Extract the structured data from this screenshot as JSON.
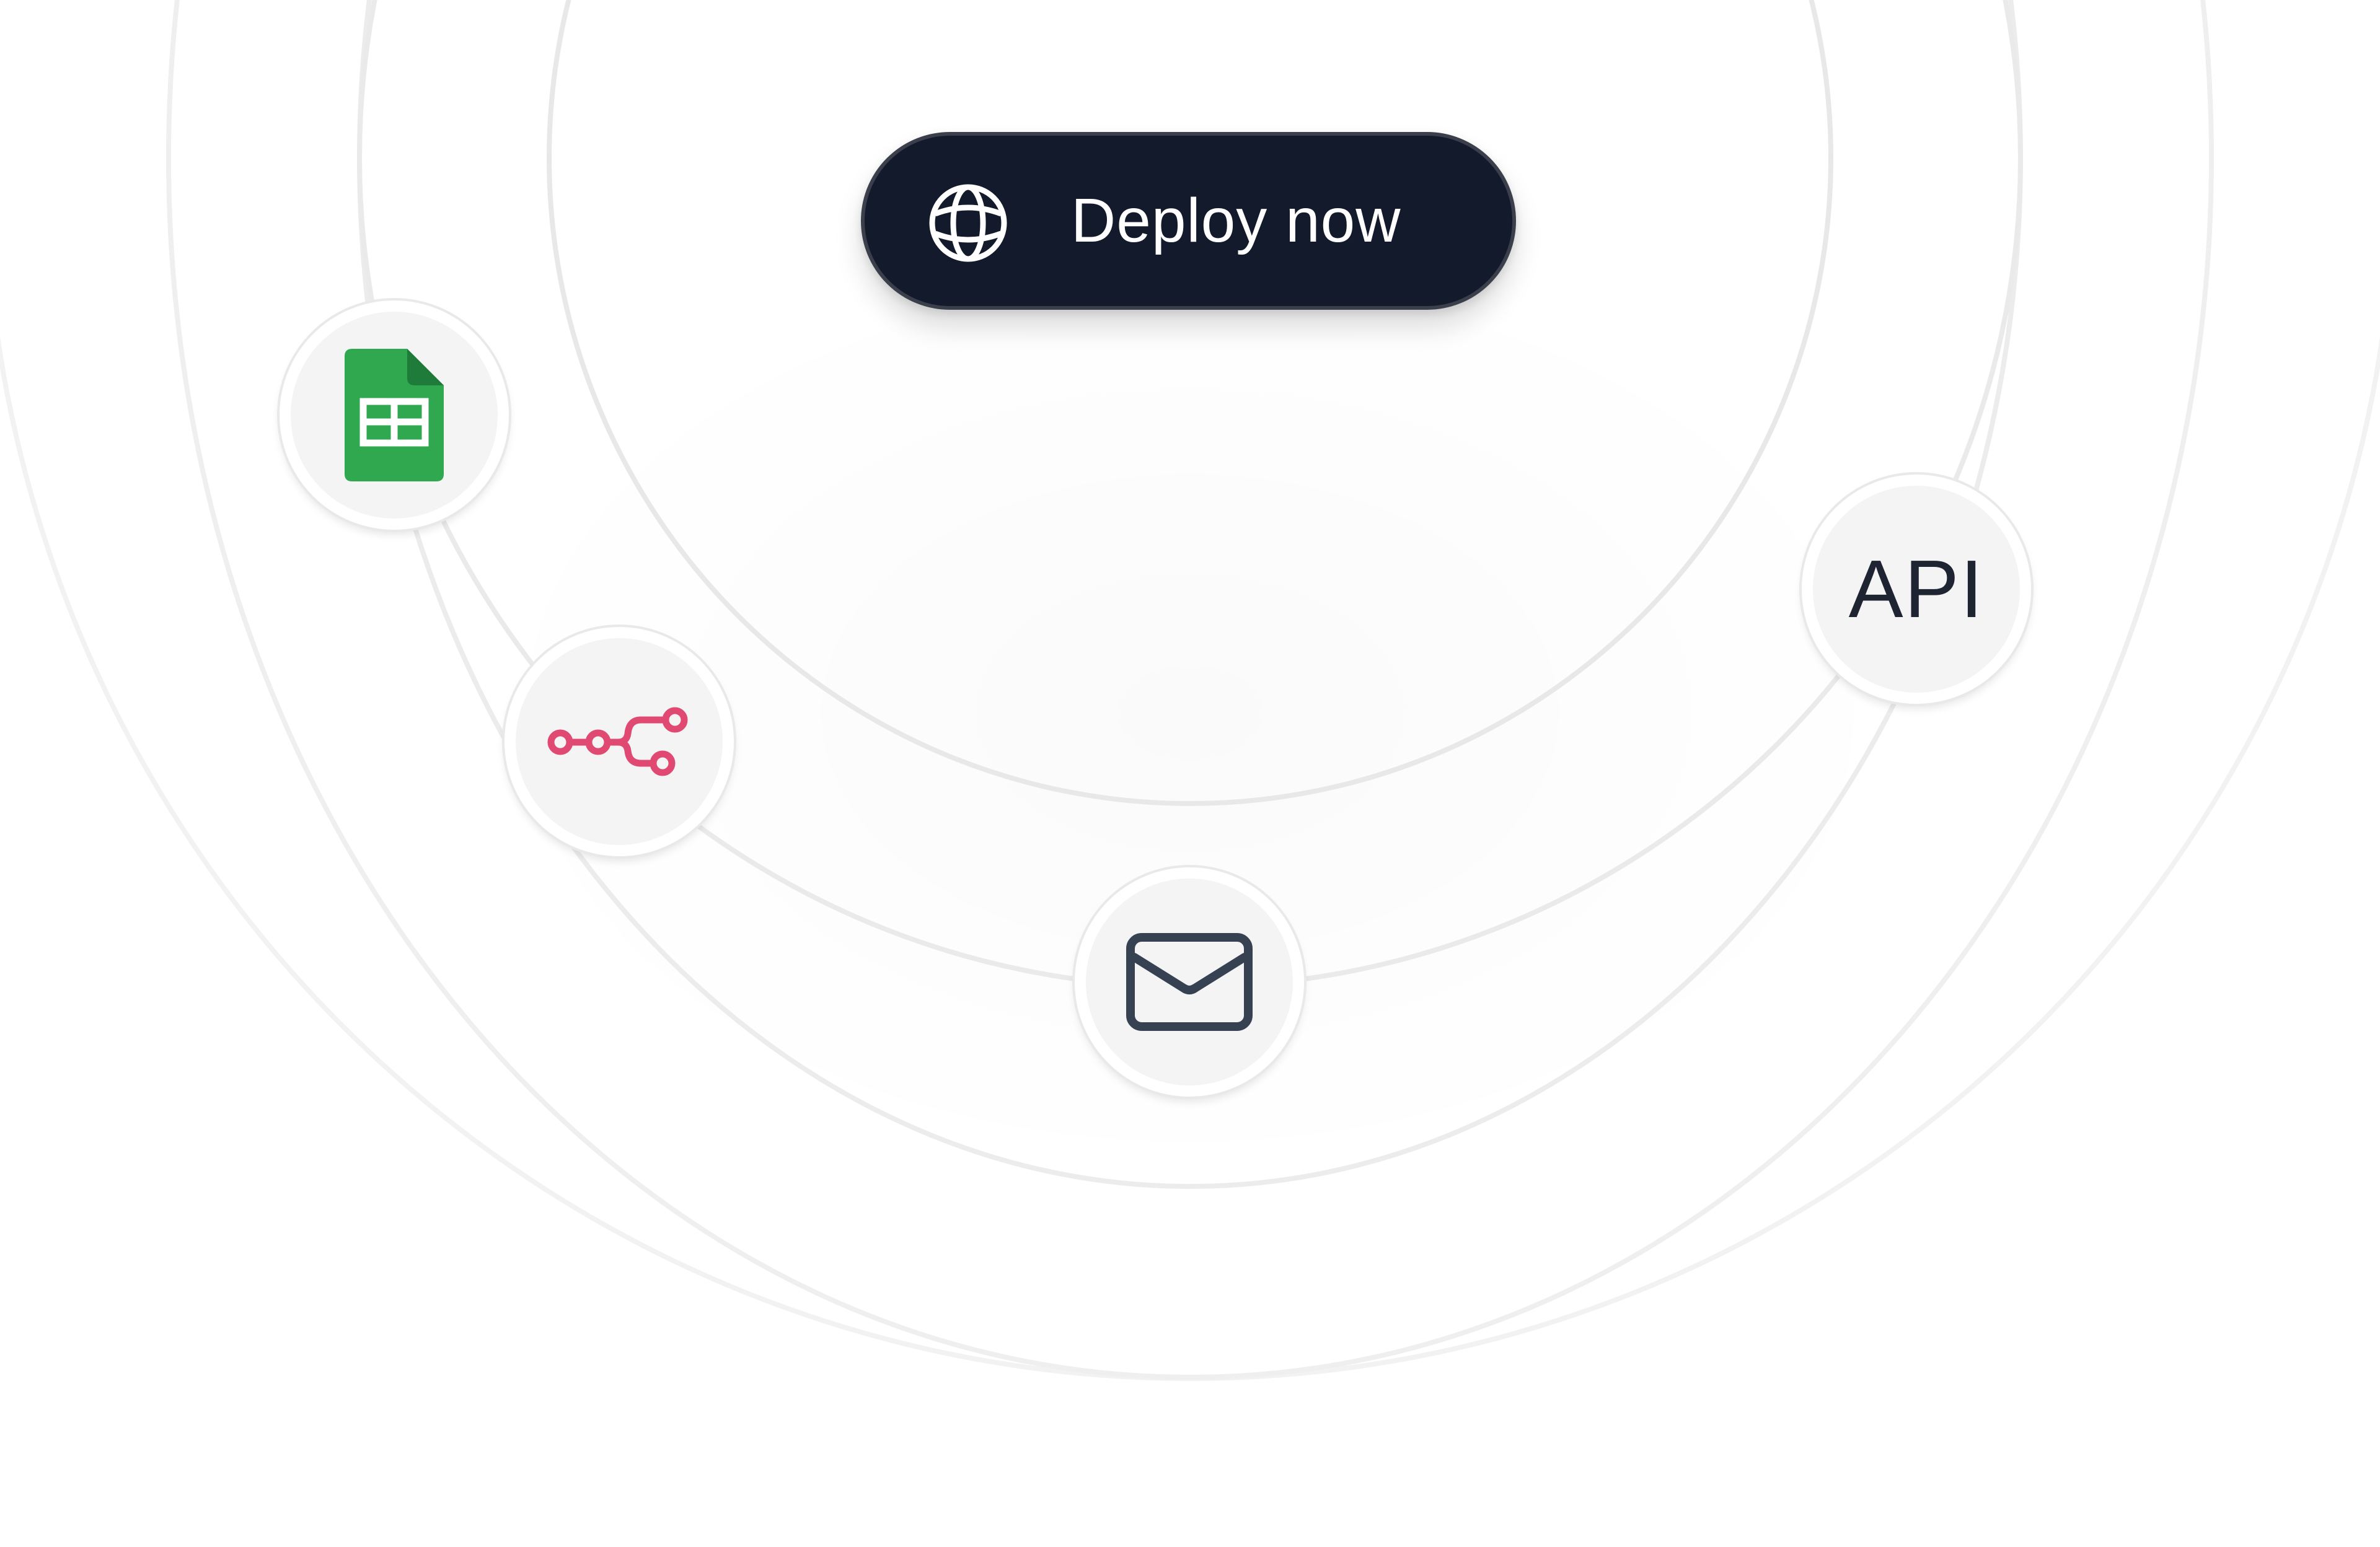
{
  "deploy_button": {
    "label": "Deploy now",
    "icon": "globe-icon",
    "background": "#131a2b",
    "text_color": "#ffffff"
  },
  "integrations": [
    {
      "name": "google-sheets",
      "icon": "google-sheets-icon",
      "color": "#2fa84f"
    },
    {
      "name": "n8n-workflow",
      "icon": "workflow-nodes-icon",
      "color": "#e04a72"
    },
    {
      "name": "email",
      "icon": "mail-icon",
      "color": "#364152"
    },
    {
      "name": "api",
      "label": "API",
      "color": "#1f2433"
    }
  ]
}
